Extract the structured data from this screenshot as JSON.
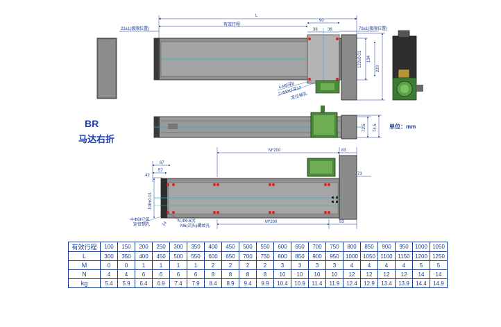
{
  "model": "BR",
  "subtitle": "马达右折",
  "unit_label": "单位：mm",
  "dims": {
    "L": "L",
    "d90": "90",
    "d36a": "36",
    "d36b": "36",
    "limit_left": "23±1(极限位置)",
    "limit_right": "79±1(极限位置)",
    "stroke": "有效行程",
    "d134": "134",
    "d122": "122±0.01",
    "d220": "220",
    "d725": "72.5",
    "d745": "74.5",
    "m200_top": "M*200",
    "d83": "83",
    "d67": "67",
    "d57": "57",
    "d42": "42",
    "d73": "73",
    "d106": "106±0.01",
    "m200_bot": "M*200",
    "d93": "93",
    "d14": "14",
    "hole_m8": "4-M8深8",
    "hole_pin_top": "2-Φ8H7深12",
    "hole_pin_top_note": "定位销孔",
    "hole_pin_bot": "4-Φ8H7深",
    "hole_pin_bot_note": "定位销孔",
    "hole_n": "N-Φ6.6沉",
    "hole_m6": "M6(沉头)螺纹孔"
  },
  "table": {
    "rows": [
      {
        "label": "有效行程",
        "values": [
          "100",
          "150",
          "200",
          "250",
          "300",
          "350",
          "400",
          "450",
          "500",
          "550",
          "600",
          "650",
          "700",
          "750",
          "800",
          "850",
          "900",
          "950",
          "1000",
          "1050"
        ]
      },
      {
        "label": "L",
        "values": [
          "300",
          "350",
          "400",
          "450",
          "500",
          "550",
          "600",
          "650",
          "700",
          "750",
          "800",
          "850",
          "900",
          "950",
          "1000",
          "1050",
          "1100",
          "1150",
          "1200",
          "1250"
        ]
      },
      {
        "label": "M",
        "values": [
          "0",
          "0",
          "1",
          "1",
          "1",
          "1",
          "2",
          "2",
          "2",
          "2",
          "3",
          "3",
          "3",
          "3",
          "4",
          "4",
          "4",
          "4",
          "5",
          "5"
        ]
      },
      {
        "label": "N",
        "values": [
          "4",
          "4",
          "6",
          "6",
          "6",
          "6",
          "8",
          "8",
          "8",
          "8",
          "10",
          "10",
          "10",
          "10",
          "12",
          "12",
          "12",
          "12",
          "14",
          "14"
        ]
      },
      {
        "label": "kg",
        "values": [
          "5.4",
          "5.9",
          "6.4",
          "6.9",
          "7.4",
          "7.9",
          "8.4",
          "8.9",
          "9.4",
          "9.9",
          "10.4",
          "10.9",
          "11.4",
          "11.9",
          "12.4",
          "12.9",
          "13.4",
          "13.9",
          "14.4",
          "14.9"
        ]
      }
    ]
  }
}
